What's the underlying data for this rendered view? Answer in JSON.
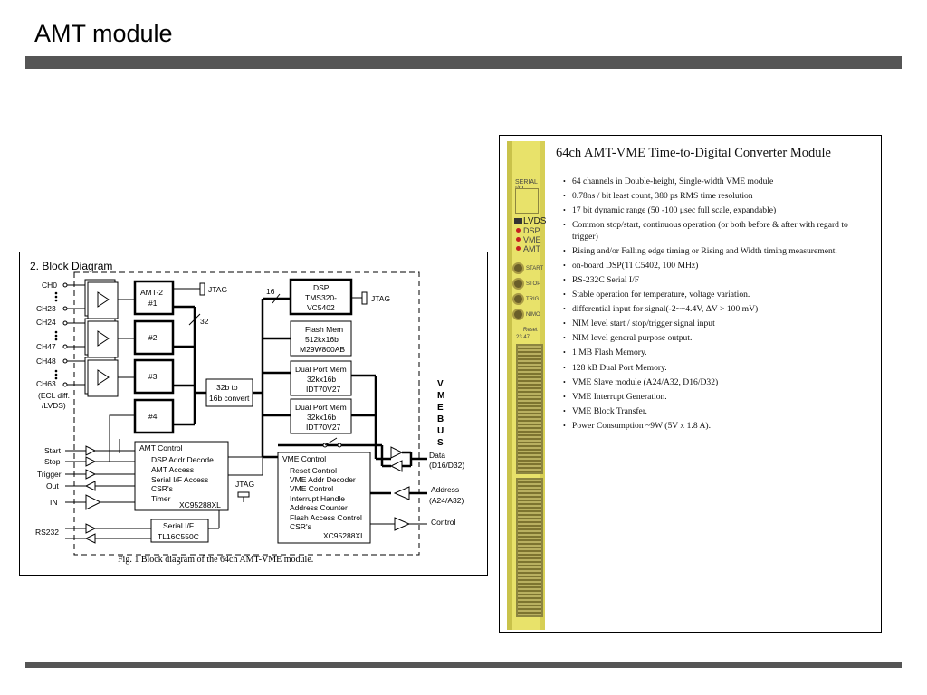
{
  "slide": {
    "title": "AMT module"
  },
  "block_diagram": {
    "heading": "2.  Block Diagram",
    "caption": "Fig. 1 Block diagram of the 64ch AMT-VME module.",
    "channels": [
      "CH0",
      "CH23",
      "CH24",
      "CH47",
      "CH48",
      "CH63",
      "(ECL diff.",
      "/LVDS)"
    ],
    "amt_blocks": [
      "AMT-2",
      "#1",
      "#2",
      "#3",
      "#4"
    ],
    "jtag": "JTAG",
    "bus_widths": {
      "b16": "16",
      "b32": "32"
    },
    "converter": [
      "32b to",
      "16b convert"
    ],
    "dsp": [
      "DSP",
      "TMS320-",
      "VC5402"
    ],
    "flash": [
      "Flash Mem",
      "512kx16b",
      "M29W800AB"
    ],
    "dpm1": [
      "Dual Port Mem",
      "32kx16b",
      "IDT70V27"
    ],
    "dpm2": [
      "Dual Port Mem",
      "32kx16b",
      "IDT70V27"
    ],
    "amt_control": [
      "AMT Control",
      "DSP Addr Decode",
      "AMT Access",
      "Serial I/F Access",
      "CSR's",
      "Timer",
      "XC95288XL"
    ],
    "vme_control": [
      "VME Control",
      "Reset Control",
      "VME Addr Decoder",
      "VME Control",
      "Interrupt Handle",
      "Address Counter",
      "Flash Access Control",
      "CSR's",
      "XC95288XL"
    ],
    "serial_if": [
      "Serial I/F",
      "TL16C550C"
    ],
    "inputs": [
      "Start",
      "Stop",
      "Trigger",
      "Out",
      "IN",
      "RS232"
    ],
    "vme_bus": [
      "V",
      "M",
      "E",
      "B",
      "U",
      "S"
    ],
    "bus_signals": {
      "data": "Data",
      "data_width": "(D16/D32)",
      "address": "Address",
      "address_width": "(A24/A32)",
      "control": "Control"
    }
  },
  "module_photo": {
    "title": "64ch AMT-VME Time-to-Digital Converter Module",
    "features": [
      "64 channels in Double-height, Single-width VME module",
      "0.78ns / bit least count, 380 ps RMS time resolution",
      "17 bit dynamic range (50 -100 μsec full scale, expandable)",
      "Common stop/start, continuous operation (or both before & after with regard to trigger)",
      "Rising and/or Falling edge timing or Rising and Width timing measurement.",
      "on-board DSP(TI C5402, 100 MHz)",
      "RS-232C Serial I/F",
      "Stable operation for temperature, voltage variation.",
      "differential input for signal(-2~+4.4V, ΔV > 100 mV)",
      "NIM level start / stop/trigger signal input",
      "NIM level general purpose output.",
      "1 MB Flash Memory.",
      "128 kB Dual Port Memory.",
      "VME Slave module (A24/A32, D16/D32)",
      "VME Interrupt Generation.",
      "VME Block Transfer.",
      "Power Consumption ~9W (5V x 1.8 A)."
    ],
    "panel_labels": {
      "serial": "SERIAL I/O",
      "lvds": "LVDS",
      "dsp": "DSP",
      "vme": "VME",
      "amt": "AMT",
      "start": "START",
      "stop": "STOP",
      "trig": "TRIG",
      "nimo": "NIMO",
      "reset": "Reset",
      "slot": "23 47"
    }
  }
}
